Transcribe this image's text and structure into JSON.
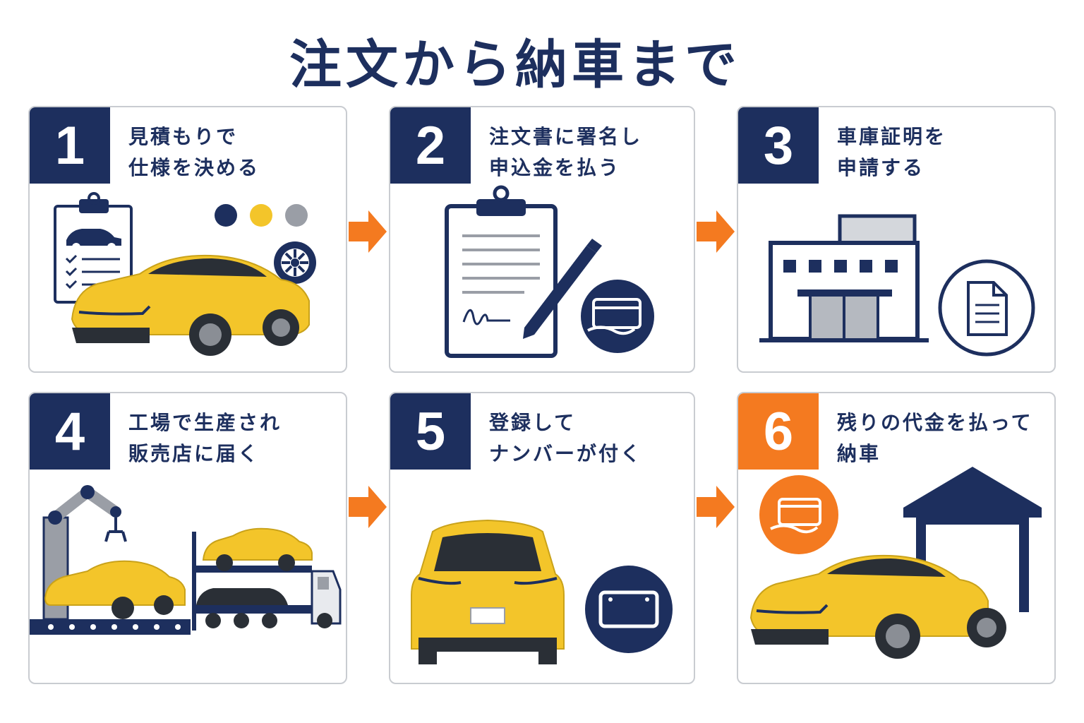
{
  "title": "注文から納車まで",
  "colors": {
    "navy": "#1d2f5e",
    "orange": "#f47a20",
    "yellow": "#f3c52a",
    "gray": "#9a9ea6"
  },
  "steps": [
    {
      "number": "1",
      "line1": "見積もりで",
      "line2": "仕様を決める",
      "icons": [
        "clipboard-checklist-icon",
        "color-swatches",
        "wheel-icon",
        "yellow-car"
      ]
    },
    {
      "number": "2",
      "line1": "注文書に署名し",
      "line2": "申込金を払う",
      "icons": [
        "clipboard-contract-icon",
        "pen-icon",
        "card-payment-icon"
      ]
    },
    {
      "number": "3",
      "line1": "車庫証明を",
      "line2": "申請する",
      "icons": [
        "office-building-icon",
        "document-icon"
      ]
    },
    {
      "number": "4",
      "line1": "工場で生産され",
      "line2": "販売店に届く",
      "icons": [
        "robot-arm-icon",
        "assembly-line",
        "car-carrier-truck-icon"
      ]
    },
    {
      "number": "5",
      "line1": "登録して",
      "line2": "ナンバーが付く",
      "icons": [
        "yellow-car-front",
        "license-plate-icon"
      ]
    },
    {
      "number": "6",
      "line1": "残りの代金を払って",
      "line2": "納車",
      "icons": [
        "card-payment-icon",
        "garage-icon",
        "yellow-car"
      ]
    }
  ]
}
